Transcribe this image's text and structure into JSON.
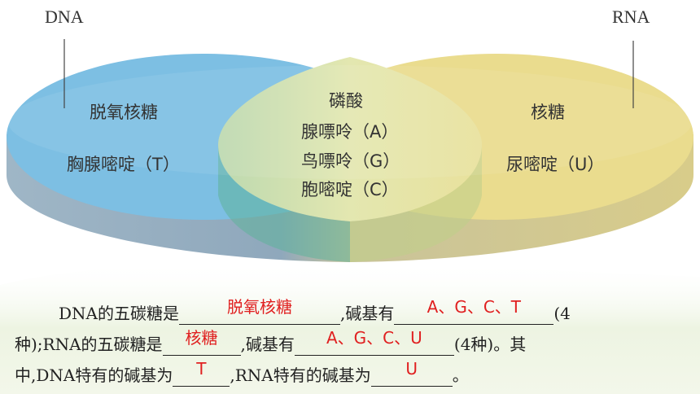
{
  "labels": {
    "dna": "DNA",
    "rna": "RNA"
  },
  "dna_only": {
    "sugar": "脱氧核糖",
    "base": "胸腺嘧啶（T）"
  },
  "shared": {
    "item1": "磷酸",
    "item2": "腺嘌呤（A）",
    "item3": "鸟嘌呤（G）",
    "item4": "胞嘧啶（C）"
  },
  "rna_only": {
    "sugar": "核糖",
    "base": "尿嘧啶（U）"
  },
  "fill": {
    "t1": "DNA的五碳糖是",
    "a1": "脱氧核糖",
    "t2": ",碱基有",
    "a2": "A、G、C、T",
    "t3": "(4",
    "t4": "种);RNA的五碳糖是",
    "a3": "核糖",
    "t5": ",碱基有",
    "a4": "A、G、C、U",
    "t6": "(4种)。其",
    "t7": "中,DNA特有的碱基为",
    "a5": "T",
    "t8": ",RNA特有的碱基为",
    "a6": "U",
    "t9": "。"
  },
  "colors": {
    "answer": "#e02020",
    "dna_disc": "#7fc0e2",
    "rna_disc": "#eddc8c",
    "overlap": "#cfe0a0"
  }
}
